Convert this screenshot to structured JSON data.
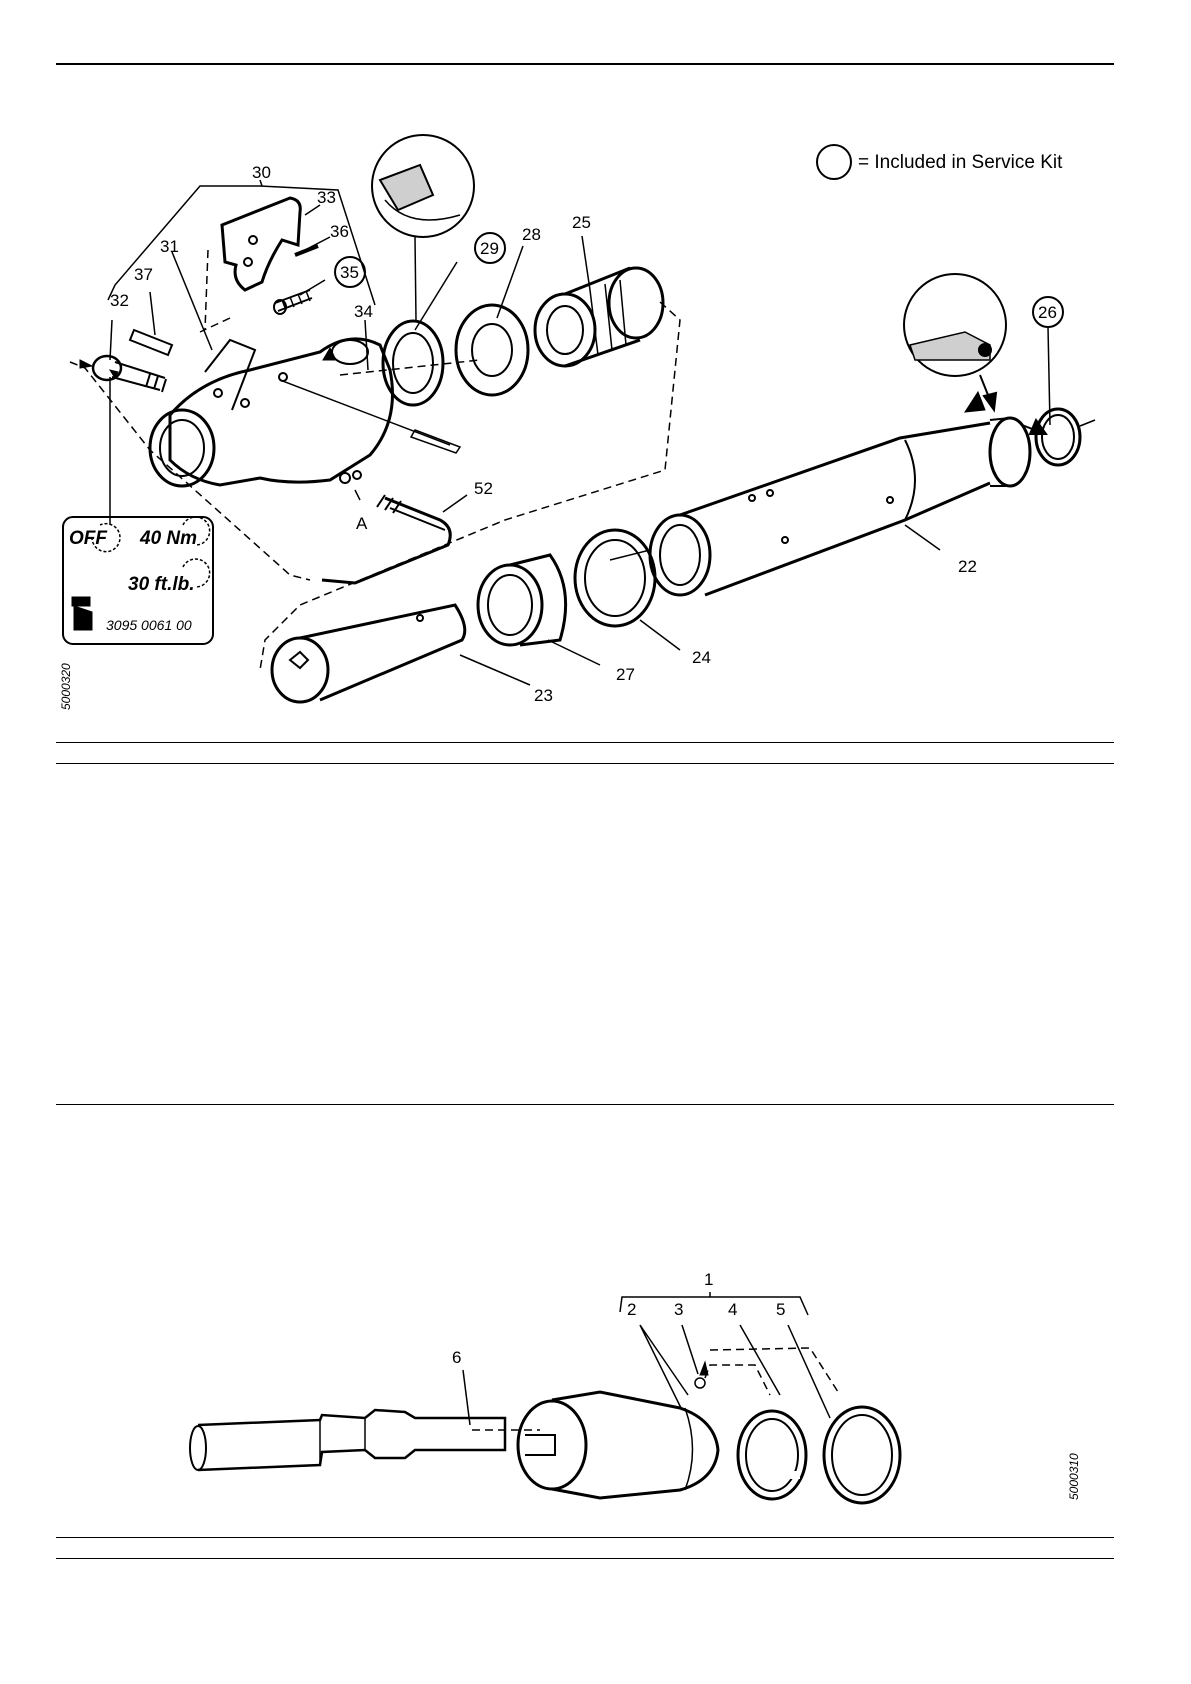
{
  "legend": {
    "text": "= Included in Service Kit"
  },
  "figure_top": {
    "code": "5000320",
    "labels": {
      "l30": "30",
      "l33": "33",
      "l36": "36",
      "l31": "31",
      "l35": "35",
      "l37": "37",
      "l32": "32",
      "l34": "34",
      "l29": "29",
      "l28": "28",
      "l25": "25",
      "l26": "26",
      "l52": "52",
      "lA": "A",
      "l22": "22",
      "l23": "23",
      "l27": "27",
      "l24": "24"
    },
    "circled_labels": [
      "35",
      "29",
      "26"
    ],
    "torque_box": {
      "off": "OFF",
      "nm": "40 Nm",
      "ftlb": "30 ft.lb.",
      "part_no": "3095 0061 00"
    }
  },
  "figure_bottom": {
    "code": "5000310",
    "labels": {
      "l1": "1",
      "l2": "2",
      "l3": "3",
      "l4": "4",
      "l5": "5",
      "l6": "6"
    }
  }
}
